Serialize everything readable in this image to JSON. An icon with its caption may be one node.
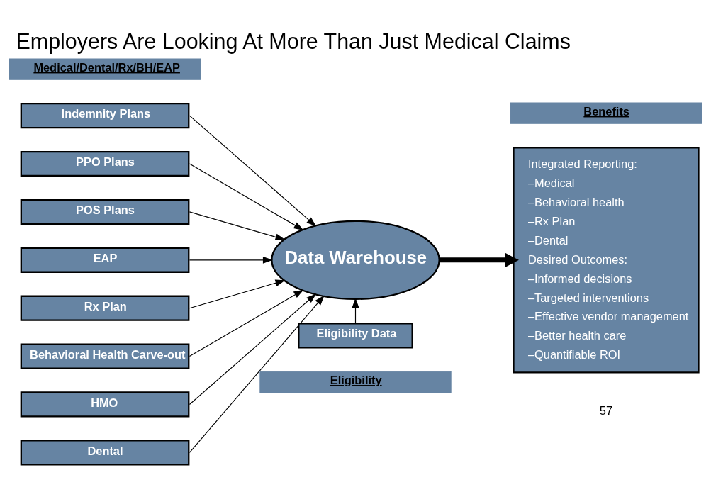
{
  "diagram": {
    "title": "Employers Are Looking At More Than Just Medical Claims",
    "nodes": [
      {
        "text": [
          "Medical/Dental/Rx/BH/EAP"
        ]
      },
      {
        "text": [
          "Indemnity Plans"
        ]
      },
      {
        "text": [
          "PPO Plans"
        ]
      },
      {
        "text": [
          "POS Plans"
        ]
      },
      {
        "text": [
          "EAP"
        ]
      },
      {
        "text": [
          "Rx Plan"
        ]
      },
      {
        "text": [
          "Behavioral Health Carve-out"
        ]
      },
      {
        "text": [
          "HMO"
        ]
      },
      {
        "text": [
          "Dental"
        ]
      },
      {
        "text": [
          "Data Warehouse"
        ]
      },
      {
        "text": [
          "Benefits"
        ]
      },
      {
        "text": [
          "Integrated Reporting:",
          "–Medical",
          "–Behavioral health",
          "–Rx Plan",
          "–Dental",
          "Desired Outcomes:",
          "–Informed decisions",
          "–Targeted interventions",
          "–Effective vendor management",
          "–Better health care",
          "–Quantifiable ROI"
        ]
      },
      {
        "text": [
          "Eligibility Data"
        ]
      },
      {
        "text": [
          "Eligibility"
        ]
      }
    ],
    "edges": [
      {
        "from": 1,
        "to": 9,
        "arrow": "to"
      },
      {
        "from": 2,
        "to": 9,
        "arrow": "to"
      },
      {
        "from": 3,
        "to": 9,
        "arrow": "to"
      },
      {
        "from": 4,
        "to": 9,
        "arrow": "to"
      },
      {
        "from": 5,
        "to": 9,
        "arrow": "to"
      },
      {
        "from": 6,
        "to": 9,
        "arrow": "to"
      },
      {
        "from": 7,
        "to": 9,
        "arrow": "to"
      },
      {
        "from": 8,
        "to": 9,
        "arrow": "to"
      },
      {
        "from": 12,
        "to": 9,
        "arrow": "to"
      },
      {
        "from": 9,
        "to": 11,
        "arrow": "to",
        "style": "thick"
      }
    ],
    "labels": [
      "57"
    ]
  }
}
